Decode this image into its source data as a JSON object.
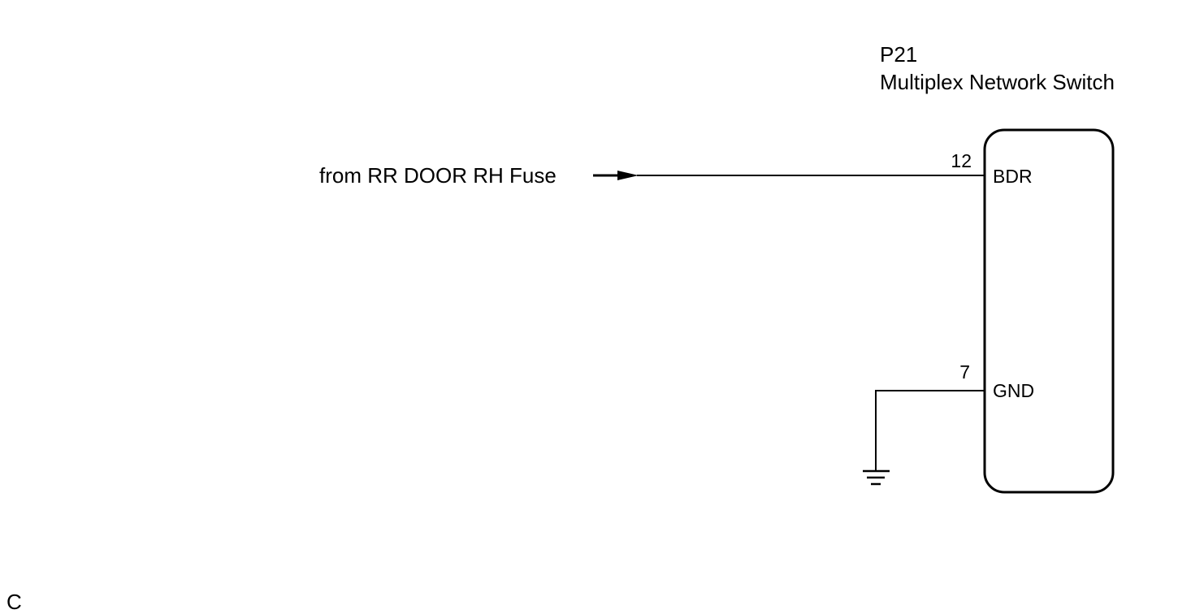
{
  "component": {
    "code": "P21",
    "name": "Multiplex Network Switch"
  },
  "source_label": "from RR DOOR RH Fuse",
  "pins": [
    {
      "number": "12",
      "name": "BDR"
    },
    {
      "number": "7",
      "name": "GND"
    }
  ],
  "corner_letter": "C",
  "colors": {
    "line": "#000000",
    "background": "#ffffff"
  }
}
